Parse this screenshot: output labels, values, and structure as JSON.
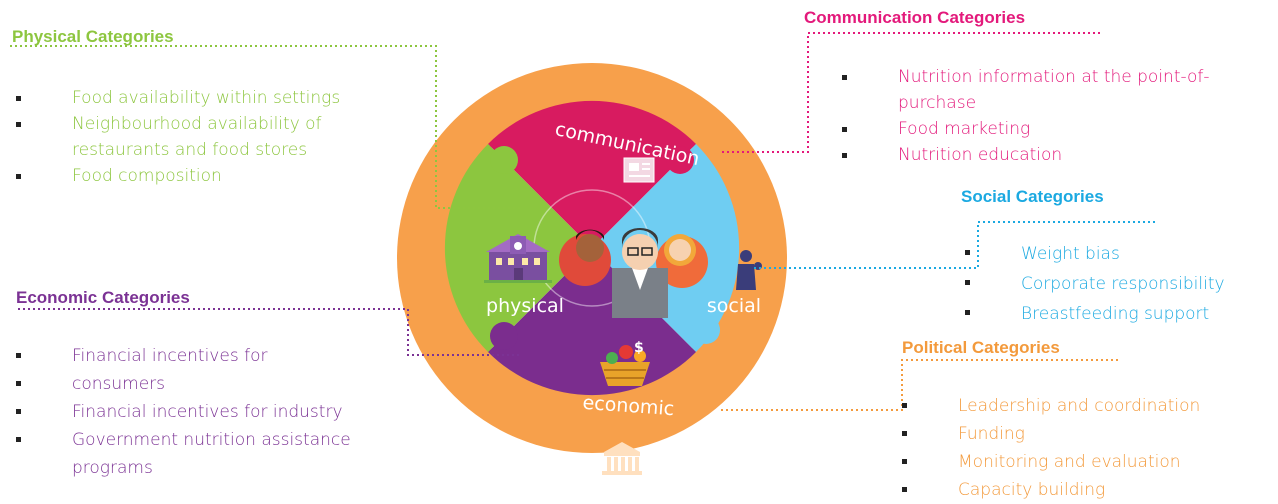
{
  "categories": {
    "physical": {
      "title": "Physical Categories",
      "items": [
        "Food availability within settings",
        "Neighbourhood availability of restaurants and food stores",
        "Food composition"
      ],
      "color": "#8dc63f"
    },
    "communication": {
      "title": "Communication Categories",
      "items": [
        "Nutrition information at the point-of-purchase",
        "Food marketing",
        "Nutrition education"
      ],
      "color": "#e3197b"
    },
    "social": {
      "title": "Social Categories",
      "items": [
        "Weight bias",
        "Corporate responsibility",
        "Breastfeeding support"
      ],
      "color": "#1ba9e1"
    },
    "economic": {
      "title": "Economic Categories",
      "items": [
        "Financial incentives for",
        "consumers",
        "Financial incentives for industry",
        "Government nutrition assistance programs"
      ],
      "color": "#7b3294"
    },
    "political": {
      "title": "Political Categories",
      "items": [
        "Leadership and coordination",
        "Funding",
        "Monitoring and evaluation",
        "Capacity building"
      ],
      "color": "#f39a3c"
    }
  },
  "diagram": {
    "labels": {
      "communication": "communication",
      "physical": "physical",
      "social": "social",
      "economic": "economic",
      "political": "political"
    },
    "colors": {
      "outer_ring": "#f7a04b",
      "communication": "#d81b60",
      "physical": "#8cc63f",
      "social": "#6fcdf2",
      "economic": "#7b2d8e"
    },
    "icons": [
      "newspaper-icon",
      "school-icon",
      "people-icon",
      "family-icon",
      "basket-icon",
      "government-building-icon"
    ]
  }
}
